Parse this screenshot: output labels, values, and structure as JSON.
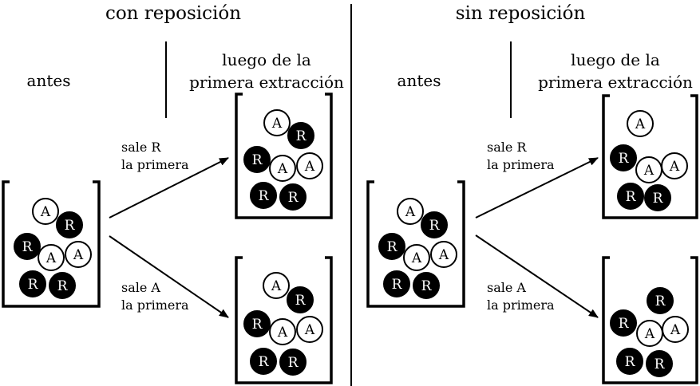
{
  "sections": [
    {
      "title": "con reposición",
      "before_label": "antes",
      "after_label_line1": "luego de la",
      "after_label_line2": "primera extracción",
      "before_balls": [
        "A",
        "R",
        "R",
        "A",
        "A",
        "R",
        "R"
      ],
      "branches": [
        {
          "label_line1": "sale R",
          "label_line2": "la primera",
          "balls": [
            "A",
            "R",
            "R",
            "A",
            "A",
            "R",
            "R"
          ]
        },
        {
          "label_line1": "sale A",
          "label_line2": "la primera",
          "balls": [
            "A",
            "R",
            "R",
            "A",
            "A",
            "R",
            "R"
          ]
        }
      ]
    },
    {
      "title": "sin reposición",
      "before_label": "antes",
      "after_label_line1": "luego de la",
      "after_label_line2": "primera extracción",
      "before_balls": [
        "A",
        "R",
        "R",
        "A",
        "A",
        "R",
        "R"
      ],
      "branches": [
        {
          "label_line1": "sale R",
          "label_line2": "la primera",
          "balls": [
            "A",
            "R",
            "A",
            "A",
            "R",
            "R"
          ]
        },
        {
          "label_line1": "sale A",
          "label_line2": "la primera",
          "balls": [
            "R",
            "R",
            "A",
            "A",
            "R",
            "R"
          ]
        }
      ]
    }
  ],
  "colors": {
    "red_ball": "#000000",
    "white_ball": "#ffffff",
    "ink": "#000000"
  }
}
